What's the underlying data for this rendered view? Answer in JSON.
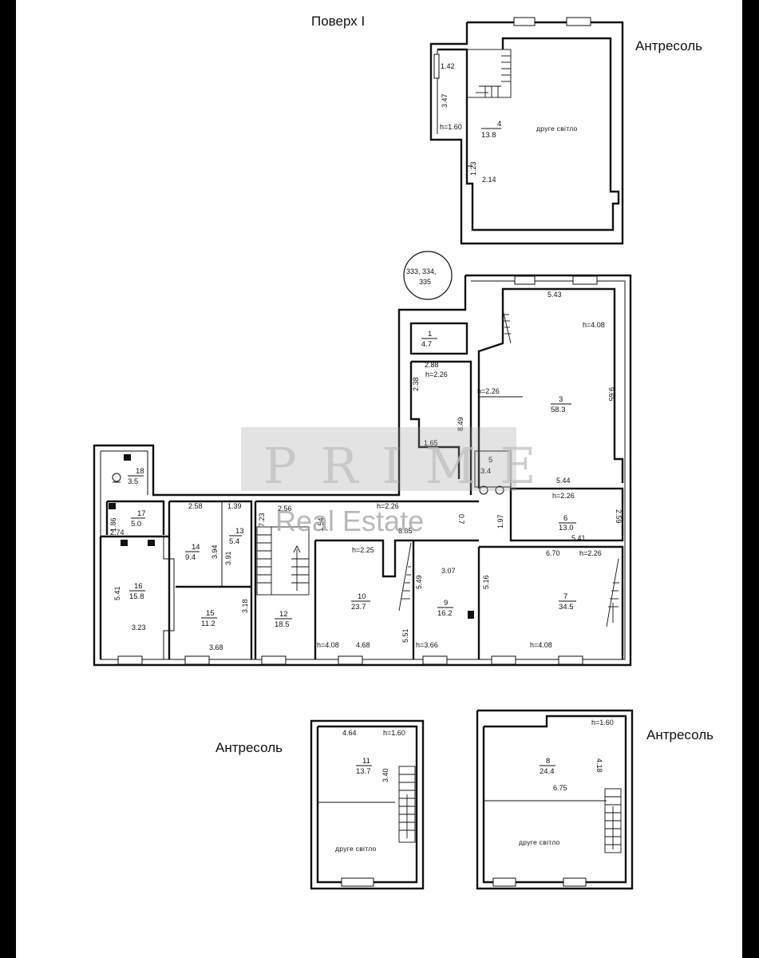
{
  "headings": {
    "floor": "Поверх I",
    "mezz_top": "Антресоль",
    "mezz_left": "Антресоль",
    "mezz_right": "Антресоль"
  },
  "cadastral": {
    "line1": "333, 334,",
    "line2": "335"
  },
  "watermark": {
    "brand": "PRIME",
    "sub": "Real Estate"
  },
  "double_light_label": "друге світло",
  "rooms": {
    "r1": {
      "num": "1",
      "area": "4.7"
    },
    "r3": {
      "num": "3",
      "area": "58.3"
    },
    "r4": {
      "num": "4",
      "area": "13.8"
    },
    "r5": {
      "num": "5",
      "area": "3.4"
    },
    "r6": {
      "num": "6",
      "area": "13.0"
    },
    "r7": {
      "num": "7",
      "area": "34.5"
    },
    "r8": {
      "num": "8",
      "area": "24.4"
    },
    "r9": {
      "num": "9",
      "area": "16.2"
    },
    "r10": {
      "num": "10",
      "area": "23.7"
    },
    "r11": {
      "num": "11",
      "area": "13.7"
    },
    "r12": {
      "num": "12",
      "area": "18.5"
    },
    "r13": {
      "num": "13",
      "area": "5.4"
    },
    "r14": {
      "num": "14",
      "area": "9.4"
    },
    "r15": {
      "num": "15",
      "area": "11.2"
    },
    "r16": {
      "num": "16",
      "area": "15.8"
    },
    "r17": {
      "num": "17",
      "area": "5.0"
    },
    "r18": {
      "num": "18",
      "area": "3.5"
    },
    "r_center": {
      "area": "0.7"
    }
  },
  "dims": {
    "m_142": "1.42",
    "m_347": "3.47",
    "m_h160a": "h=1.60",
    "m_123": "1.23",
    "m_214": "2.14",
    "d_543": "5.43",
    "d_h408a": "h=4.08",
    "d_965": "9.65",
    "d_288": "2.88",
    "d_h226a": "h=2.26",
    "d_238": "2.38",
    "d_h226b": "h=2.26",
    "d_849": "8.49",
    "d_165": "1.65",
    "d_544": "5.44",
    "d_h226c": "h=2.26",
    "d_259": "2.59",
    "d_541a": "5.41",
    "d_197": "1.97",
    "d_h226d": "h=2.26",
    "d_805": "8.05",
    "d_154": "1.54",
    "d_256": "2.56",
    "d_723": "7.23",
    "d_258": "2.58",
    "d_139": "1.39",
    "d_394": "3.94",
    "d_391": "3.91",
    "d_186": "1.86",
    "d_274": "2.74",
    "d_541b": "5.41",
    "d_323": "3.23",
    "d_318": "3.18",
    "d_368": "3.68",
    "d_h225": "h=2.25",
    "d_h408b": "h=4.08",
    "d_468": "4.68",
    "d_551": "5.51",
    "d_307": "3.07",
    "d_549": "5.49",
    "d_h366": "h=3.66",
    "d_516": "5.16",
    "d_670": "6.70",
    "d_h226e": "h=2.26",
    "d_h408c": "h=4.08",
    "l_464": "4.64",
    "l_h160": "h=1.60",
    "l_340": "3.40",
    "r_h160": "h=1.60",
    "r_675": "6.75",
    "r_418": "4.18"
  }
}
